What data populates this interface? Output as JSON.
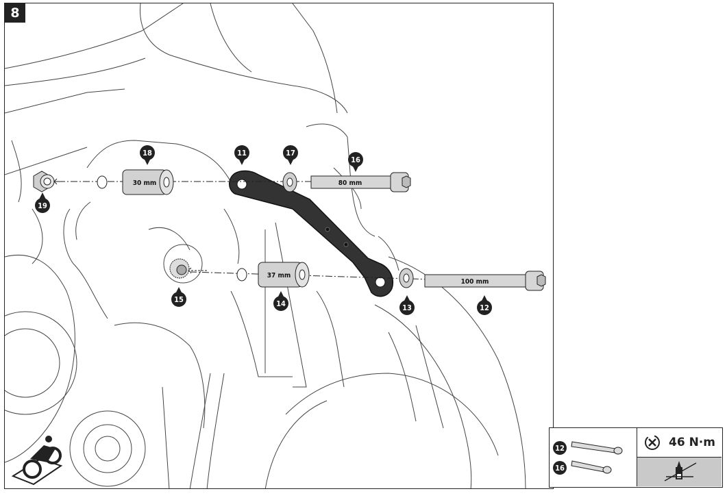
{
  "step_number": "8",
  "callouts": {
    "c11": "11",
    "c12": "12",
    "c13": "13",
    "c14": "14",
    "c15": "15",
    "c16": "16",
    "c17": "17",
    "c18": "18",
    "c19": "19"
  },
  "dimensions": {
    "spacer_18": "30 mm",
    "spacer_14": "37 mm",
    "bolt_16": "80 mm",
    "bolt_12": "100 mm"
  },
  "legend": {
    "item_a": "12",
    "item_b": "16",
    "torque_value": "46 N·m"
  },
  "icons": [
    "motorcycle-side-icon",
    "torque-wrench-icon",
    "no-threadlock-icon",
    "thread-lock-sticker-icon"
  ]
}
